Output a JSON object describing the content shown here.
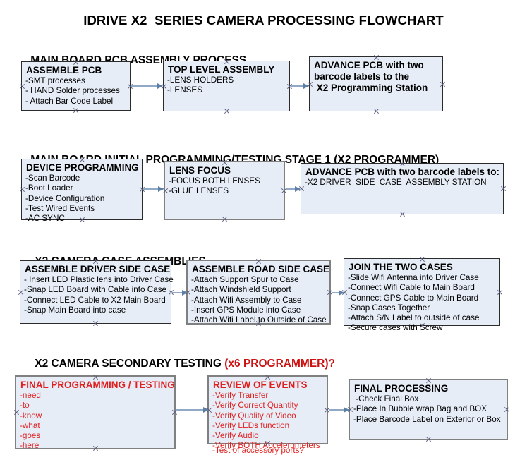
{
  "document": {
    "title": "IDRIVE X2  SERIES CAMERA PROCESSING FLOWCHART"
  },
  "sections": [
    {
      "id": "main-board-pcb-assembly",
      "heading": "MAIN BOARD PCB ASSEMBLY PROCESS",
      "heading_accent": "",
      "boxes": [
        {
          "id": "assemble-pcb",
          "title": "ASSEMBLE PCB",
          "lines": [
            "-SMT processes",
            "- HAND Solder processes",
            "- Attach Bar Code Label"
          ]
        },
        {
          "id": "top-level-assembly",
          "title": "TOP LEVEL ASSEMBLY",
          "lines": [
            "-LENS HOLDERS",
            "-LENSES"
          ]
        },
        {
          "id": "advance-pcb-to-x2-programming-station",
          "title": "ADVANCE PCB with two",
          "title2": "barcode labels to the",
          "title3": " X2 Programming Station",
          "lines": []
        }
      ]
    },
    {
      "id": "main-board-initial-programming",
      "heading": "MAIN BOARD INITIAL PROGRAMMING/TESTING STAGE 1 (X2 PROGRAMMER)",
      "heading_accent": "",
      "boxes": [
        {
          "id": "device-programming",
          "title": "DEVICE PROGRAMMING",
          "lines": [
            "-Scan Barcode",
            "-Boot Loader",
            "-Device Configuration",
            "-Test Wired Events",
            "-AC SYNC"
          ]
        },
        {
          "id": "lens-focus",
          "title": "LENS FOCUS",
          "lines": [
            "-FOCUS BOTH LENSES",
            "-GLUE LENSES"
          ]
        },
        {
          "id": "advance-pcb-to-driver-side-case-assembly",
          "title": "ADVANCE PCB with two barcode labels to:",
          "lines": [
            "-X2 DRIVER  SIDE  CASE  ASSEMBLY STATION"
          ]
        }
      ]
    },
    {
      "id": "x2-camera-case-assemblies",
      "heading": "X2 CAMERA CASE ASSEMBLIES",
      "heading_accent": "",
      "boxes": [
        {
          "id": "assemble-driver-side-case",
          "title": "ASSEMBLE DRIVER SIDE CASE",
          "lines": [
            "- Insert LED Plastic lens into Driver Case",
            "-Snap LED Board with Cable into Case",
            "-Connect LED Cable to X2 Main Board",
            "-Snap Main Board into case"
          ]
        },
        {
          "id": "assemble-road-side-case",
          "title": "ASSEMBLE ROAD SIDE CASE",
          "lines": [
            "-Attach Support Spur to Case",
            "-Attach Windshield Support",
            "-Attach Wifi Assembly to Case",
            "-Insert GPS Module into Case",
            "-Attach Wifi Label to Outside of Case"
          ]
        },
        {
          "id": "join-the-two-cases",
          "title": "JOIN THE TWO CASES",
          "lines": [
            "-Slide Wifi Antenna into Driver Case",
            "-Connect Wifi Cable to Main Board",
            "-Connect GPS Cable to Main Board",
            "-Snap Cases Together",
            "-Attach S/N Label to outside of case",
            "-Secure cases with Screw"
          ]
        }
      ]
    },
    {
      "id": "x2-camera-secondary-testing",
      "heading": "X2 CAMERA SECONDARY TESTING ",
      "heading_accent": "(x6 PROGRAMMER)?",
      "boxes": [
        {
          "id": "final-programming-testing",
          "title": "FINAL PROGRAMMING / TESTING",
          "lines": [
            "-need",
            "-to",
            "-know",
            "-what",
            "-goes",
            "-here"
          ]
        },
        {
          "id": "review-of-events",
          "title": "REVIEW OF EVENTS",
          "lines": [
            "-Verify Transfer",
            "-Verify Correct Quantity",
            "-Verify Quality of Video",
            "-Verify LEDs function",
            "-Verify Audio",
            "-Verify BOTH Accelerometers"
          ],
          "overflow_line": "-Test of accessory ports?"
        },
        {
          "id": "final-processing",
          "title": "FINAL PROCESSING",
          "lines": [
            " -Check Final Box",
            "-Place In Bubble wrap Bag and BOX",
            "-Place Barcode Label on Exterior or Box"
          ]
        }
      ]
    }
  ],
  "colors": {
    "box_fill": "#e6edf7",
    "box_border": "#2b2b2b",
    "box_border_thick": "#808080",
    "arrow": "#8fa9c6",
    "arrow_head": "#5b7fa6",
    "accent_red": "#cc1111",
    "text": "#000000"
  }
}
